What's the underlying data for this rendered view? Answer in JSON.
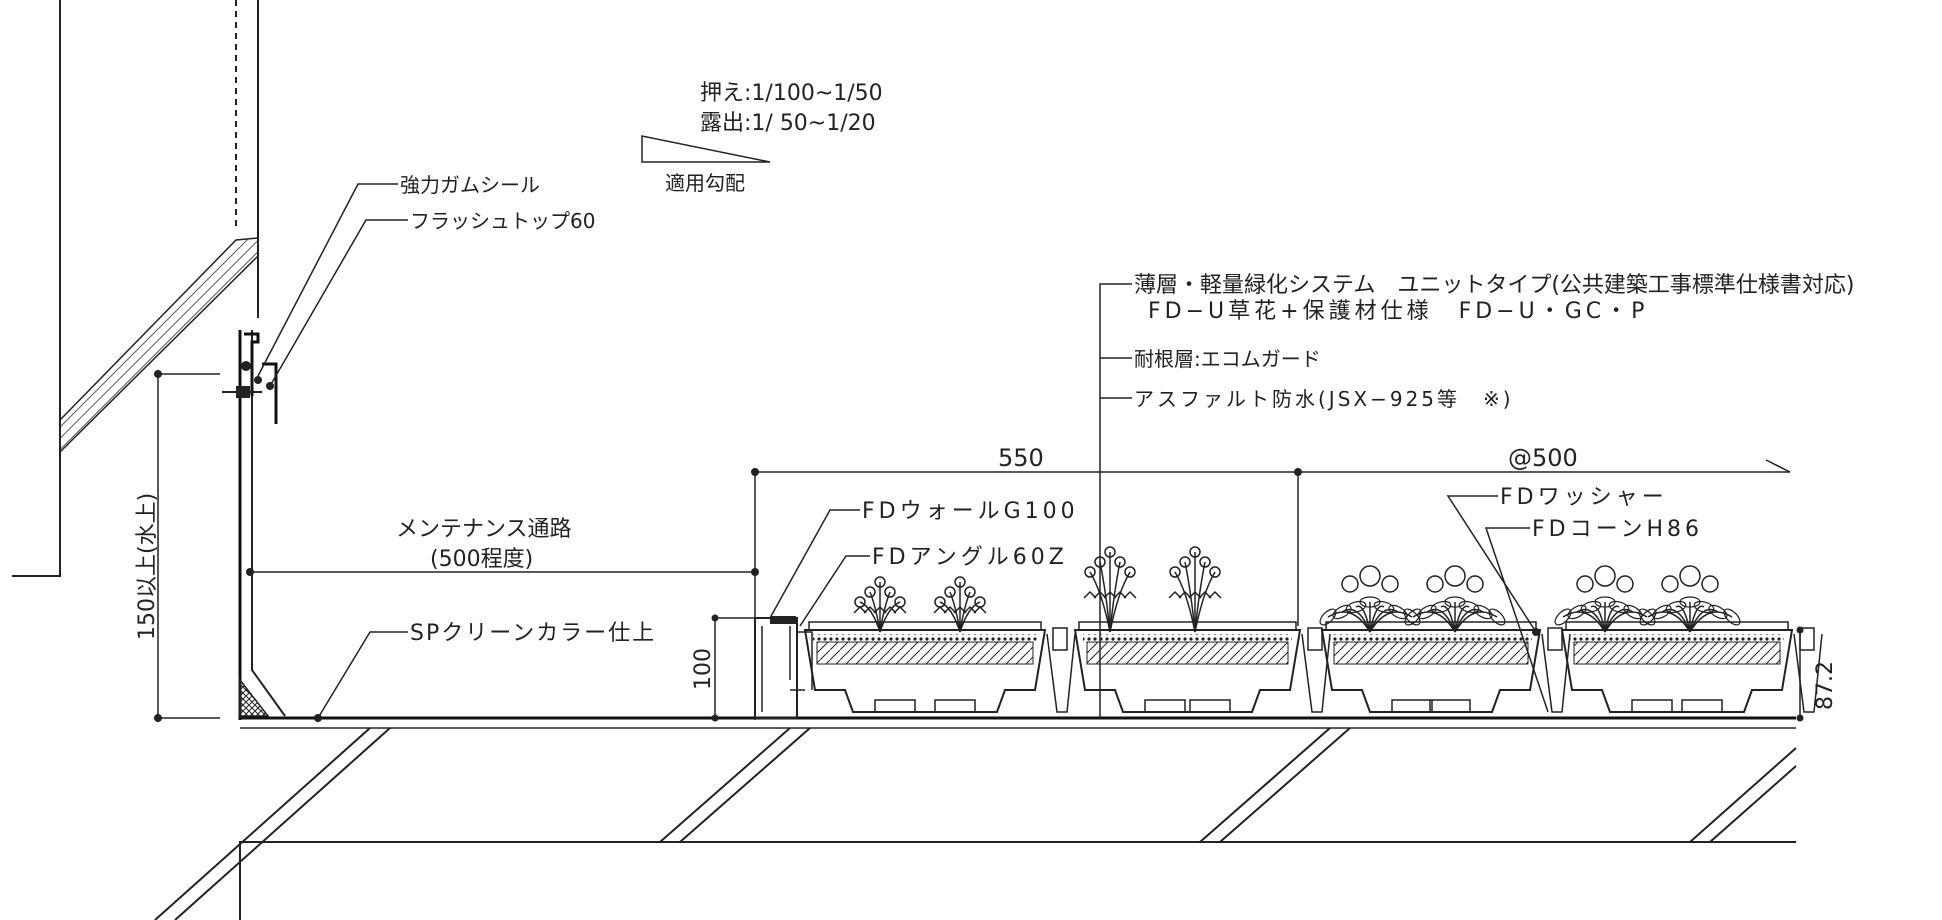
{
  "slope": {
    "press_label": "押え:1/100~1/50",
    "exposed_label": "露出:1/ 50~1/20",
    "caption": "適用勾配"
  },
  "labels": {
    "gum_seal": "強力ガムシール",
    "flush_top": "フラッシュトップ60",
    "system_title": "薄層・軽量緑化システム　ユニットタイプ(公共建築工事標準仕様書対応)",
    "system_spec": "FD−U草花+保護材仕様　FD−U・GC・P",
    "root_layer": "耐根層:エコムガード",
    "waterproof": "アスファルト防水(JSX−925等　※)",
    "maintenance_1": "メンテナンス通路",
    "maintenance_2": "(500程度)",
    "sp_clean": "SPクリーンカラー仕上",
    "wall": "FDウォールG100",
    "angle": "FDアングル60Z",
    "washer": "FDワッシャー",
    "cone": "FDコーンH86"
  },
  "dimensions": {
    "d550": "550",
    "d500": "@500",
    "d150": "150以上(水上)",
    "d100": "100",
    "d87": "87.2"
  },
  "colors": {
    "line": "#222222",
    "background": "#ffffff"
  }
}
